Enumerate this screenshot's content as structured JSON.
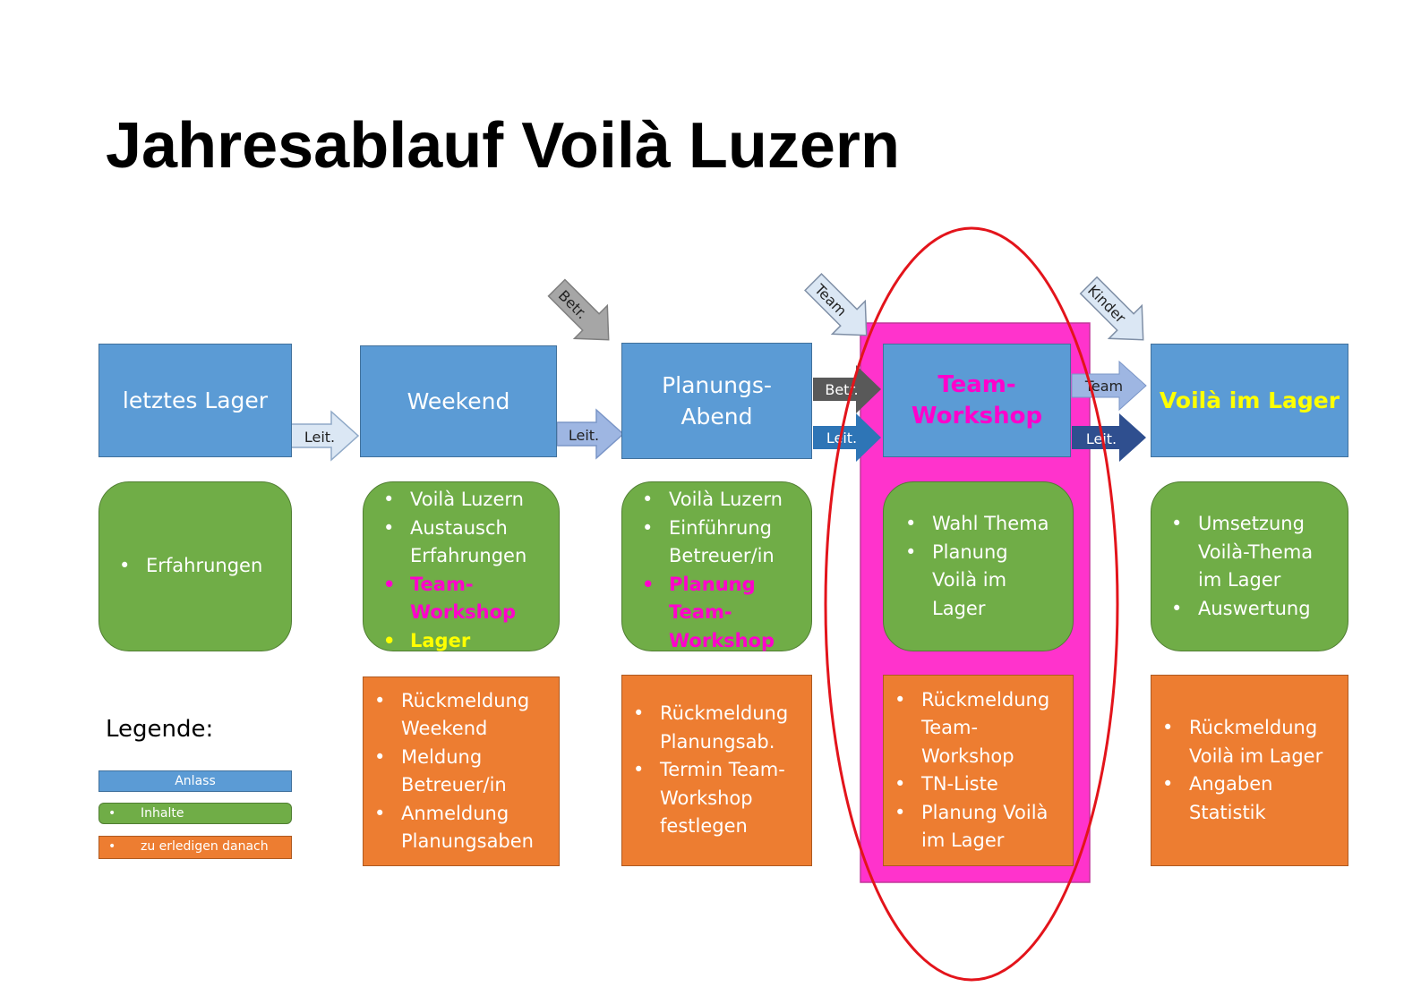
{
  "title": "Jahresablauf Voilà Luzern",
  "colors": {
    "anlass_blue": "#5b9bd5",
    "inhalte_green": "#70ad47",
    "todo_orange": "#ed7d31",
    "highlight_magenta": "#ff33cc",
    "highlight_ellipse": "#e3141b",
    "text_magenta": "#ff00cc",
    "text_yellow": "#ffff00"
  },
  "stages": [
    {
      "label": "letztes Lager"
    },
    {
      "label": "Weekend"
    },
    {
      "label_line1": "Planungs-",
      "label_line2": "Abend"
    },
    {
      "label_line1": "Team-",
      "label_line2": "Workshop"
    },
    {
      "label": "Voilà im Lager"
    }
  ],
  "inhalte": [
    [
      "Erfahrungen"
    ],
    [
      "Voilà Luzern",
      "Austausch Erfahrungen",
      "Team-Workshop",
      "Lager"
    ],
    [
      "Voilà Luzern",
      "Einführung Betreuer/in",
      "Planung Team-Workshop"
    ],
    [
      "Wahl Thema",
      "Planung Voilà im Lager"
    ],
    [
      "Umsetzung Voilà-Thema im Lager",
      "Auswertung"
    ]
  ],
  "inhalte_display": {
    "s1": [
      "Voilà Luzern",
      "Austausch",
      "Erfahrungen",
      "Team-",
      "Workshop",
      "Lager"
    ],
    "s2": [
      "Voilà Luzern",
      "Einführung",
      "Betreuer/in",
      "Planung",
      "Team-",
      "Workshop"
    ],
    "s3": [
      "Wahl Thema",
      "Planung",
      "Voilà im",
      "Lager"
    ],
    "s4": [
      "Umsetzung",
      "Voilà-Thema",
      "im Lager",
      "Auswertung"
    ]
  },
  "erledigen": {
    "s1": [
      "Rückmeldung",
      "Weekend",
      "Meldung",
      "Betreuer/in",
      "Anmeldung",
      "Planungsaben"
    ],
    "s2": [
      "Rückmeldung",
      "Planungsab.",
      "Termin Team-",
      "Workshop",
      "festlegen"
    ],
    "s3": [
      "Rückmeldung",
      "Team-",
      "Workshop",
      "TN-Liste",
      "Planung Voilà",
      "im Lager"
    ],
    "s4": [
      "Rückmeldung",
      "Voilà im Lager",
      "Angaben",
      "Statistik"
    ]
  },
  "arrows": {
    "leit": "Leit.",
    "betr": "Betr.",
    "team": "Team",
    "kinder": "Kinder"
  },
  "legend": {
    "title": "Legende:",
    "anlass": "Anlass",
    "inhalte": "Inhalte",
    "erledigen": "zu erledigen danach"
  }
}
